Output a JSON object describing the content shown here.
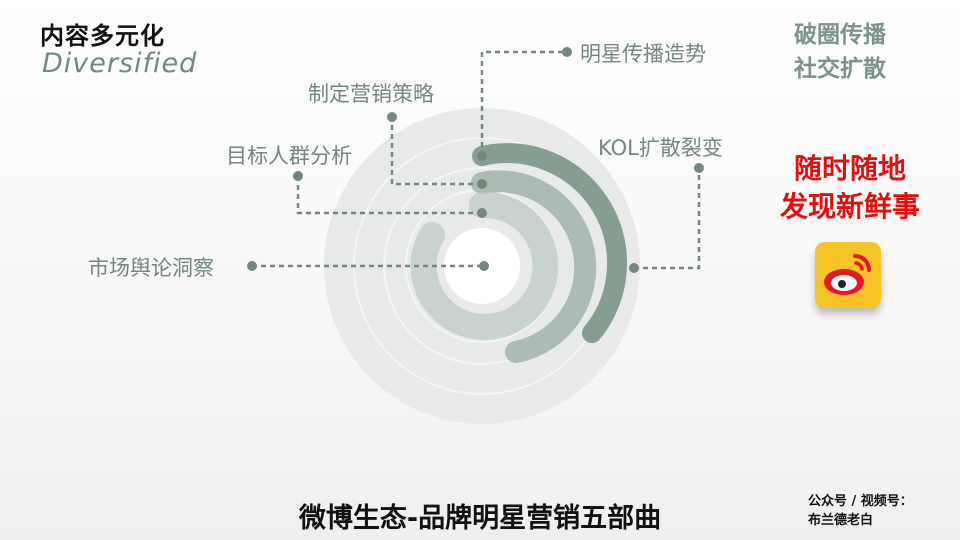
{
  "header": {
    "title_cn": "内容多元化",
    "title_en": "Diversified"
  },
  "top_right": {
    "line1": "破圈传播",
    "line2": "社交扩散"
  },
  "slogan": {
    "line1": "随时随地",
    "line2": "发现新鲜事"
  },
  "logo": {
    "name": "weibo-logo-icon",
    "bg": "#f7c326",
    "accent": "#e6162d"
  },
  "diagram": {
    "labels": {
      "star": "明星传播造势",
      "strategy": "制定营销策略",
      "target": "目标人群分析",
      "market": "市场舆论洞察",
      "kol": "KOL扩散裂变"
    },
    "colors": {
      "ring_dark": "#869e92",
      "ring_light": "#bcc9c2",
      "track": "#e3e6e4",
      "connector": "#73887d"
    }
  },
  "footer": {
    "title": "微博生态-品牌明星营销五部曲",
    "note_line1": "公众号 / 视频号：",
    "note_line2": "布兰德老白"
  }
}
